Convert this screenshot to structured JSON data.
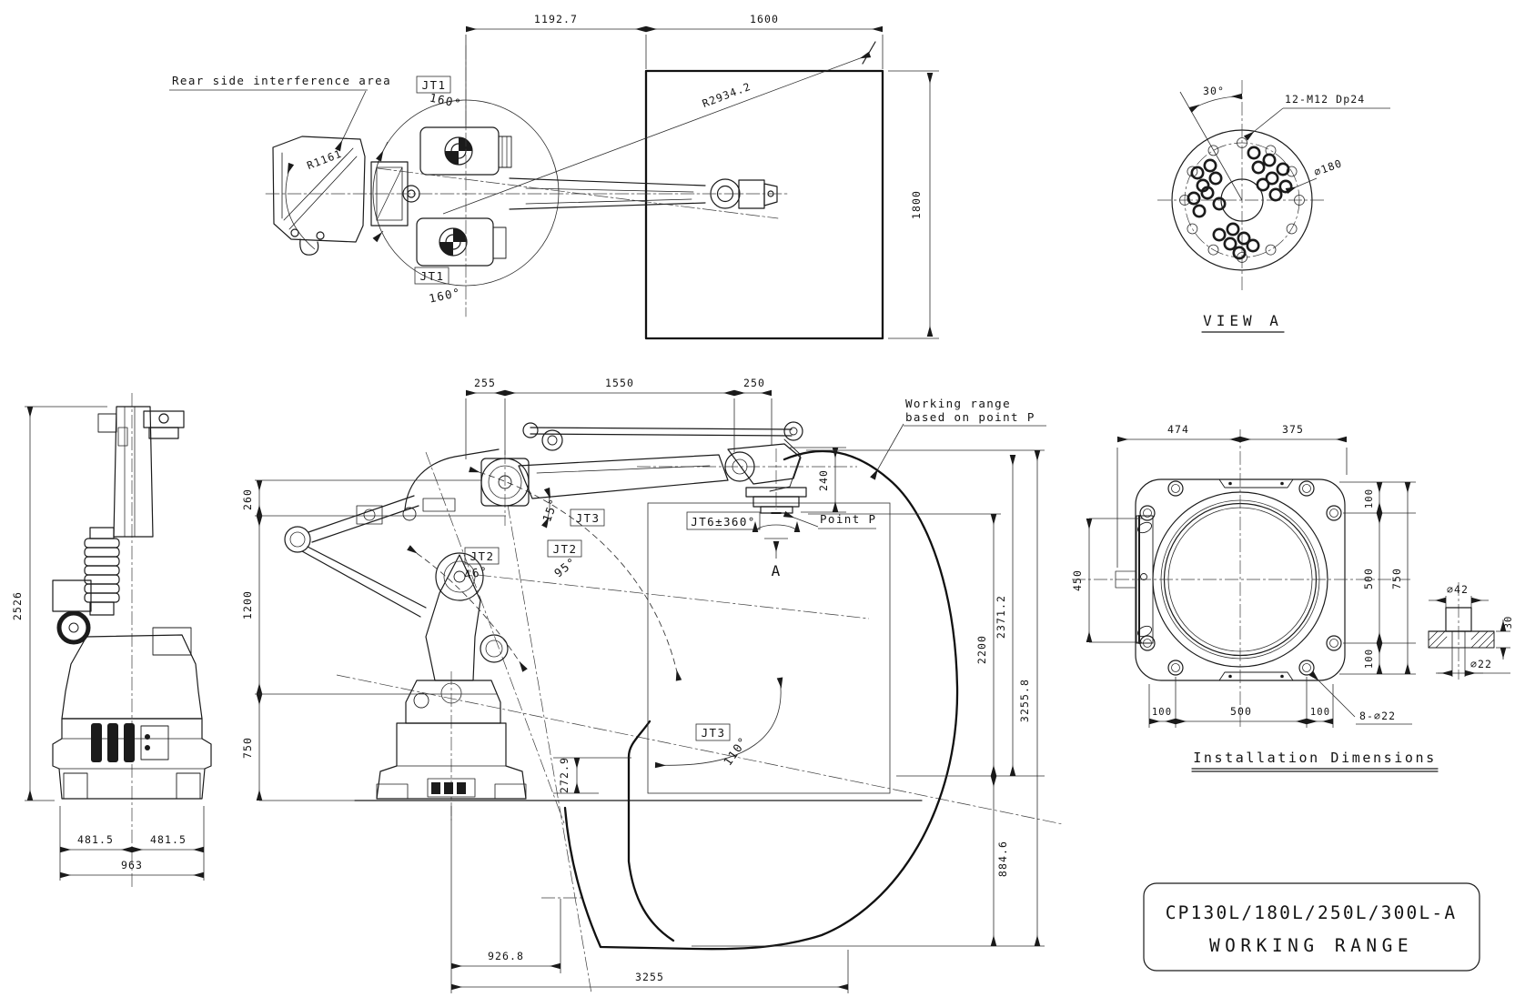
{
  "title_block": {
    "model": "CP130L/180L/250L/300L-A",
    "title": "WORKING RANGE"
  },
  "top_view": {
    "note_rear": "Rear side interference area",
    "jt1": "JT1",
    "jt1_angle": "160°",
    "r_interference": "R1161",
    "r_reach": "R2934.2",
    "dim_1192": "1192.7",
    "dim_1600": "1600",
    "dim_1800": "1800"
  },
  "view_a": {
    "label": "VIEW A",
    "angle_30": "30°",
    "bolt_note": "12-M12 Dp24",
    "dia_180": "⌀180"
  },
  "rear_view": {
    "dim_2526": "2526",
    "dim_481": "481.5",
    "dim_963": "963"
  },
  "side_view": {
    "dim_255": "255",
    "dim_1550": "1550",
    "dim_250": "250",
    "dim_260": "260",
    "dim_1200": "1200",
    "dim_750": "750",
    "dim_240": "240",
    "dim_2371": "2371.2",
    "dim_2200": "2200",
    "dim_3255v": "3255.8",
    "dim_884": "884.6",
    "dim_272": "272.9",
    "dim_926": "926.8",
    "dim_3255h": "3255",
    "jt2": "JT2",
    "jt2_angle_a": "46°",
    "jt2_angle_b": "95°",
    "jt3": "JT3",
    "jt3_angle_a": "15°",
    "jt3_angle_b": "110°",
    "jt6": "JT6±360°",
    "point_p": "Point P",
    "view_arrow": "A",
    "working_note_1": "Working range",
    "working_note_2": "based on point P"
  },
  "installation": {
    "title": "Installation Dimensions",
    "dim_474": "474",
    "dim_375": "375",
    "dim_450": "450",
    "dim_750": "750",
    "dim_500": "500",
    "dim_100": "100",
    "bolt_note": "8-⌀22"
  },
  "pin_detail": {
    "dia_42": "⌀42",
    "depth_30": "30",
    "dia_22": "⌀22"
  }
}
